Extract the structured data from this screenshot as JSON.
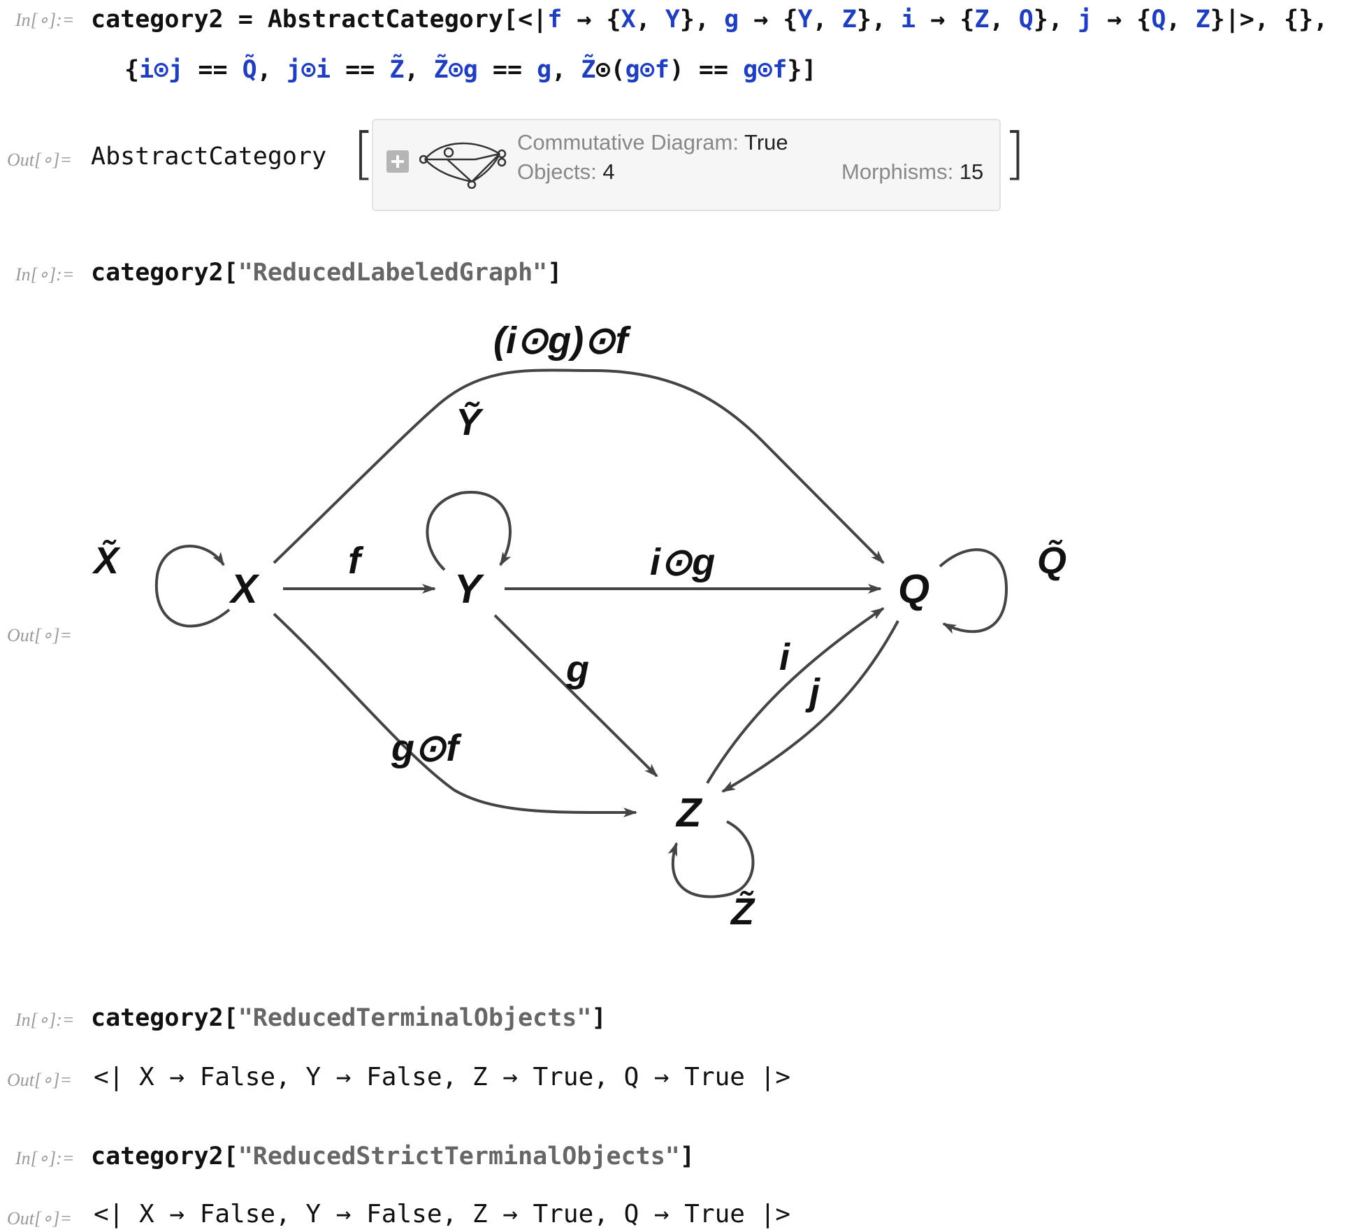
{
  "cells": {
    "in1_label": "In[∘]:=",
    "out1_label": "Out[∘]=",
    "in2_label": "In[∘]:=",
    "out2_label": "Out[∘]=",
    "in3_label": "In[∘]:=",
    "out3_label": "Out[∘]=",
    "in4_label": "In[∘]:=",
    "out4_label": "Out[∘]="
  },
  "input1": {
    "line1_prefix": "category2 = AbstractCategory[<|",
    "line1_f": "f",
    "arrow": " → {",
    "X": "X",
    "Y": "Y",
    "Z": "Z",
    "Q": "Q",
    "g": "g",
    "i": "i",
    "j": "j",
    "line1_suffix": "|>, {},",
    "line2": "{i⊙j == Q̃, j⊙i == Z̃, Z̃⊙g == g, Z̃⊙(g⊙f) == g⊙f}]"
  },
  "output1": {
    "head": "AbstractCategory",
    "commutative_label": "Commutative Diagram: ",
    "commutative_value": "True",
    "objects_label": "Objects: ",
    "objects_value": "4",
    "morphisms_label": "Morphisms: ",
    "morphisms_value": "15"
  },
  "input2": {
    "code": "category2[",
    "arg": "\"ReducedLabeledGraph\"",
    "close": "]"
  },
  "graph": {
    "nodes": {
      "X": "X",
      "Y": "Y",
      "Z": "Z",
      "Q": "Q"
    },
    "edge_labels": {
      "f": "f",
      "iog": "i⊙g",
      "g": "g",
      "gof": "g⊙f",
      "i": "i",
      "j": "j",
      "iogof": "(i⊙g)⊙f",
      "Ytilde": "Ỹ",
      "Xtilde": "X̃",
      "Qtilde": "Q̃",
      "Ztilde": "Z̃"
    }
  },
  "input3": {
    "code": "category2[",
    "arg": "\"ReducedTerminalObjects\"",
    "close": "]"
  },
  "output3": "<| X → False, Y → False, Z → True, Q → True |>",
  "input4": {
    "code": "category2[",
    "arg": "\"ReducedStrictTerminalObjects\"",
    "close": "]"
  },
  "output4": "<| X → False, Y → False, Z → True, Q → True |>"
}
